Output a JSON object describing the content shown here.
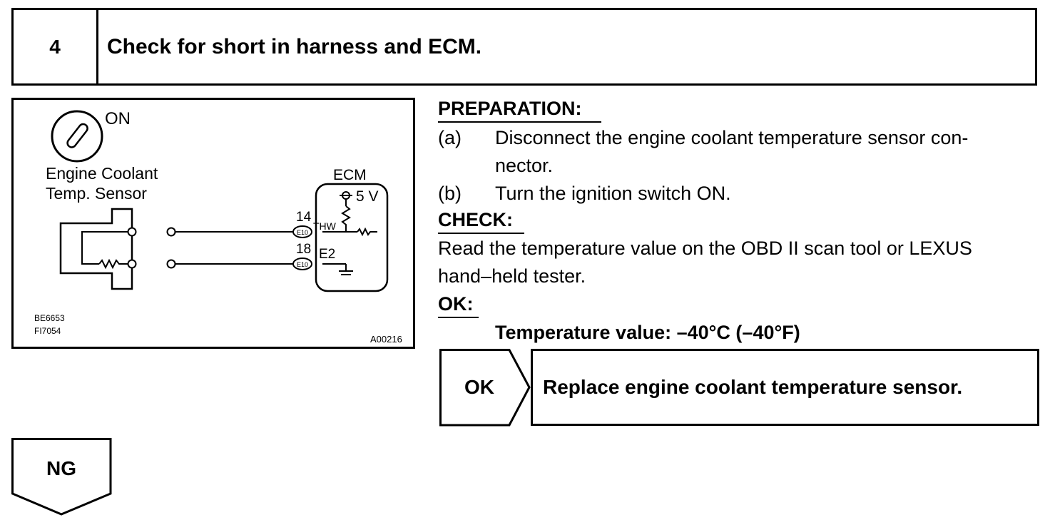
{
  "step": {
    "number": "4",
    "title": "Check for short in harness and ECM."
  },
  "diagram": {
    "ignition_label": "ON",
    "sensor_label_line1": "Engine Coolant",
    "sensor_label_line2": "Temp. Sensor",
    "ecm_label": "ECM",
    "voltage_label": "5 V",
    "pin_thw_number": "14",
    "pin_thw_name": "THW",
    "pin_e2_number": "18",
    "pin_e2_name": "E2",
    "connector_code": "E10",
    "ref_code_1": "BE6653",
    "ref_code_2": "FI7054",
    "figure_id": "A00216"
  },
  "preparation": {
    "heading": "PREPARATION:",
    "items": [
      {
        "label": "(a)",
        "line1": "Disconnect the engine coolant temperature sensor con-",
        "line2": "nector."
      },
      {
        "label": "(b)",
        "line1": "Turn the ignition switch ON."
      }
    ]
  },
  "check": {
    "heading": "CHECK:",
    "line1": "Read the temperature value on the OBD II scan tool or LEXUS",
    "line2": "hand–held tester."
  },
  "ok": {
    "heading": "OK:",
    "spec": "Temperature value: –40°C (–40°F)"
  },
  "branches": {
    "ok_label": "OK",
    "ok_action": "Replace engine coolant temperature sensor.",
    "ng_label": "NG"
  }
}
